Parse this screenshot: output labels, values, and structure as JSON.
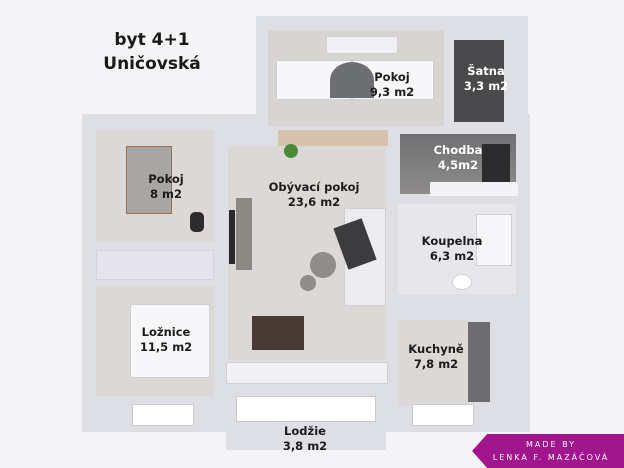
{
  "title": {
    "line1": "byt 4+1",
    "line2": "Uničovská"
  },
  "rooms": [
    {
      "name": "Pokoj",
      "area": "9,3 m2"
    },
    {
      "name": "Šatna",
      "area": "3,3 m2"
    },
    {
      "name": "Chodba",
      "area": "4,5m2"
    },
    {
      "name": "Pokoj",
      "area": "8 m2"
    },
    {
      "name": "Obývací pokoj",
      "area": "23,6 m2"
    },
    {
      "name": "Koupelna",
      "area": "6,3 m2"
    },
    {
      "name": "Ložnice",
      "area": "11,5 m2"
    },
    {
      "name": "Kuchyně",
      "area": "7,8 m2"
    },
    {
      "name": "Lodžie",
      "area": "3,8 m2"
    }
  ],
  "credit": {
    "line1": "MADE BY",
    "line2": "LENKA F. MAZÁČOVÁ",
    "color": "#a1168c"
  }
}
